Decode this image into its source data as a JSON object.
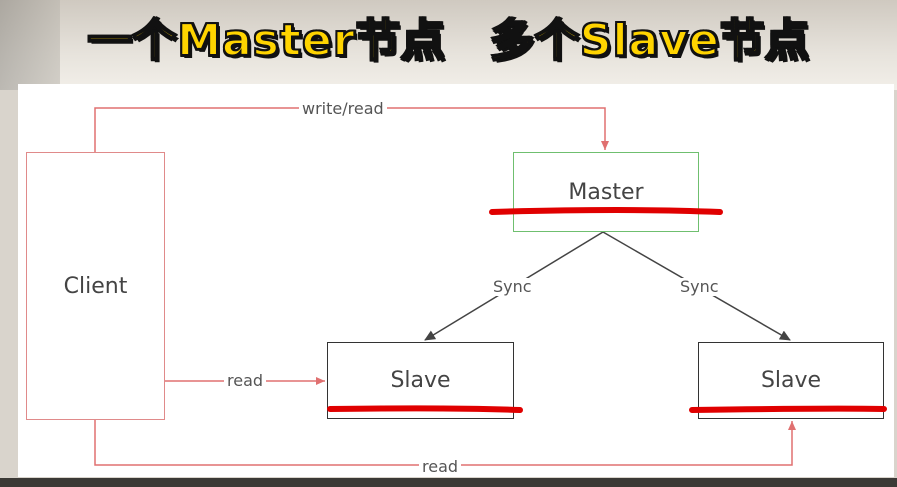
{
  "title": {
    "part1": "一个Master节点",
    "part2": "多个Slave节点"
  },
  "nodes": {
    "client": "Client",
    "master": "Master",
    "slave_left": "Slave",
    "slave_right": "Slave"
  },
  "edges": {
    "client_master": "write/read",
    "client_slave_left": "read",
    "client_slave_right": "read",
    "master_slave_left": "Sync",
    "master_slave_right": "Sync"
  },
  "colors": {
    "title_fill": "#ffd400",
    "title_outline": "#111111",
    "client_border": "#e08a8a",
    "master_border": "#6fbf6f",
    "slave_border": "#333333",
    "client_arrows": "#e07070",
    "sync_arrows": "#444444",
    "highlight_underline": "#e00000"
  }
}
